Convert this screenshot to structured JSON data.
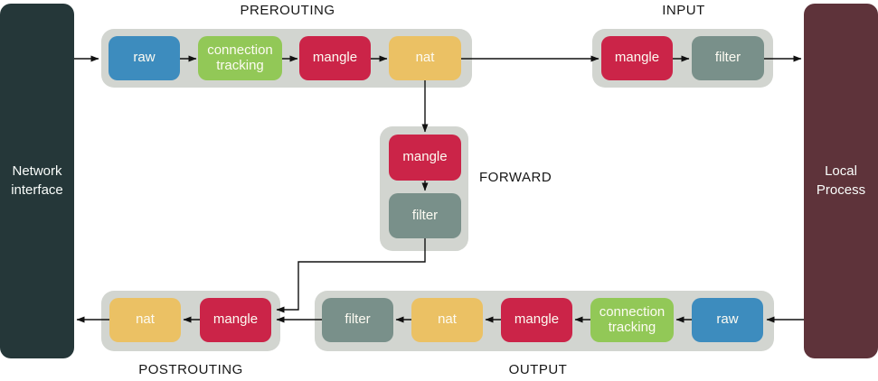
{
  "endpoints": {
    "network_interface": {
      "label": "Network interface"
    },
    "local_process": {
      "label": "Local Process"
    }
  },
  "chains": {
    "prerouting": {
      "label": "PREROUTING",
      "nodes": [
        {
          "label": "raw",
          "type": "raw"
        },
        {
          "label": "connection tracking",
          "type": "conntrack"
        },
        {
          "label": "mangle",
          "type": "mangle"
        },
        {
          "label": "nat",
          "type": "nat"
        }
      ]
    },
    "input": {
      "label": "INPUT",
      "nodes": [
        {
          "label": "mangle",
          "type": "mangle"
        },
        {
          "label": "filter",
          "type": "filter"
        }
      ]
    },
    "forward": {
      "label": "FORWARD",
      "nodes": [
        {
          "label": "mangle",
          "type": "mangle"
        },
        {
          "label": "filter",
          "type": "filter"
        }
      ]
    },
    "output": {
      "label": "OUTPUT",
      "nodes": [
        {
          "label": "filter",
          "type": "filter"
        },
        {
          "label": "nat",
          "type": "nat"
        },
        {
          "label": "mangle",
          "type": "mangle"
        },
        {
          "label": "connection tracking",
          "type": "conntrack"
        },
        {
          "label": "raw",
          "type": "raw"
        }
      ]
    },
    "postrouting": {
      "label": "POSTROUTING",
      "nodes": [
        {
          "label": "nat",
          "type": "nat"
        },
        {
          "label": "mangle",
          "type": "mangle"
        }
      ]
    }
  },
  "connections": [
    "network-interface -> prerouting.raw",
    "prerouting.raw -> prerouting.connection-tracking",
    "prerouting.connection-tracking -> prerouting.mangle",
    "prerouting.mangle -> prerouting.nat",
    "prerouting.nat -> input.mangle",
    "prerouting.nat -> forward.mangle",
    "input.mangle -> input.filter",
    "input.filter -> local-process",
    "forward.mangle -> forward.filter",
    "forward.filter -> postrouting.mangle",
    "local-process -> output.raw",
    "output.raw -> output.connection-tracking",
    "output.connection-tracking -> output.mangle",
    "output.mangle -> output.nat",
    "output.nat -> output.filter",
    "output.filter -> postrouting.mangle",
    "postrouting.mangle -> postrouting.nat",
    "postrouting.nat -> network-interface"
  ],
  "colors": {
    "raw": "#3d8cbe",
    "conntrack": "#92c857",
    "mangle": "#cb2448",
    "nat": "#ebc164",
    "filter": "#79908a",
    "group_bg": "#d2d5d0",
    "network_interface": "#253739",
    "local_process": "#5e333a",
    "arrow": "#111111",
    "label": "#161616"
  }
}
